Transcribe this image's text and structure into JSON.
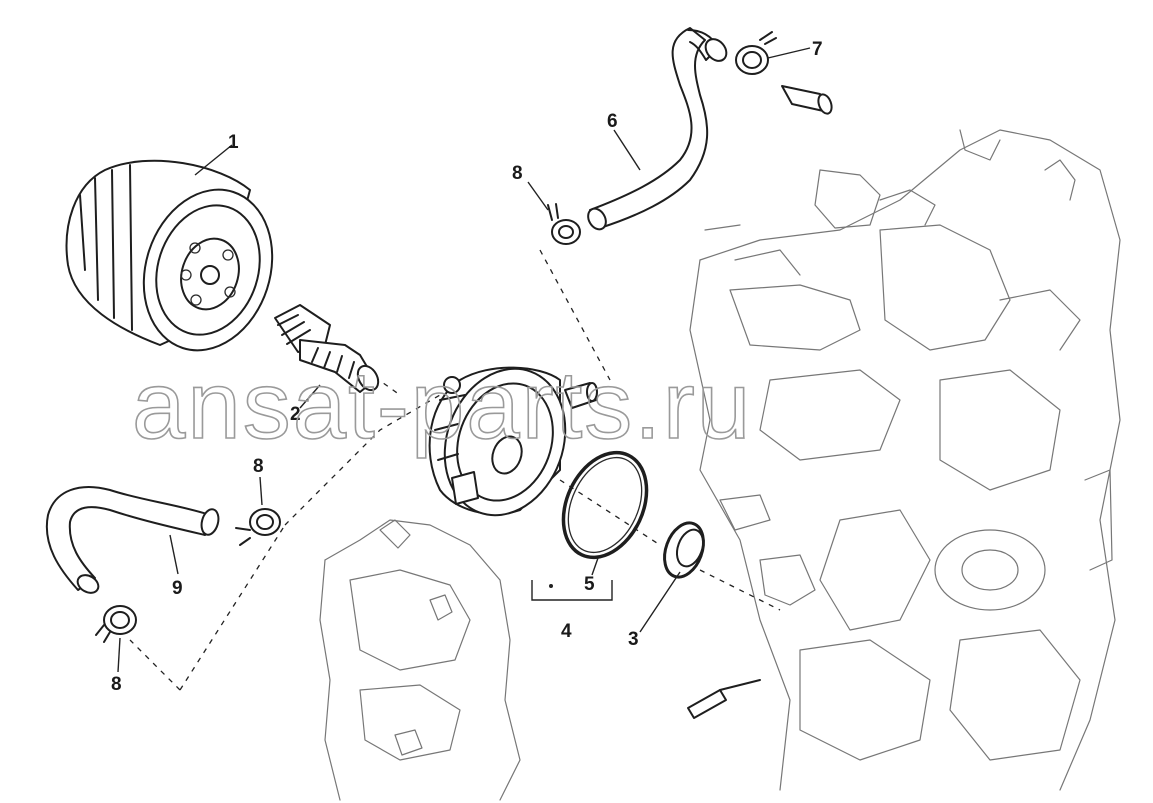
{
  "watermark": {
    "text": "ansat-parts.ru"
  },
  "callouts": {
    "c1": "1",
    "c2": "2",
    "c3": "3",
    "c4": "4",
    "c5": "5",
    "c6": "6",
    "c7": "7",
    "c8_top": "8",
    "c8_left": "8",
    "c8_bottom": "8",
    "c9": "9"
  },
  "parts": [
    {
      "ref": "1",
      "icon": "oil-filter-icon"
    },
    {
      "ref": "2",
      "icon": "threaded-bolt-icon"
    },
    {
      "ref": "3",
      "icon": "seal-ring-icon"
    },
    {
      "ref": "4",
      "icon": "oil-cooler-icon"
    },
    {
      "ref": "5",
      "icon": "o-ring-icon"
    },
    {
      "ref": "6",
      "icon": "hose-icon"
    },
    {
      "ref": "7",
      "icon": "hose-clamp-icon"
    },
    {
      "ref": "8",
      "icon": "hose-clamp-icon"
    },
    {
      "ref": "9",
      "icon": "hose-icon"
    }
  ],
  "colors": {
    "line": "#1e1e1e",
    "background": "#ffffff",
    "watermark": "#9a9a9a",
    "engine_block": "#777777"
  }
}
